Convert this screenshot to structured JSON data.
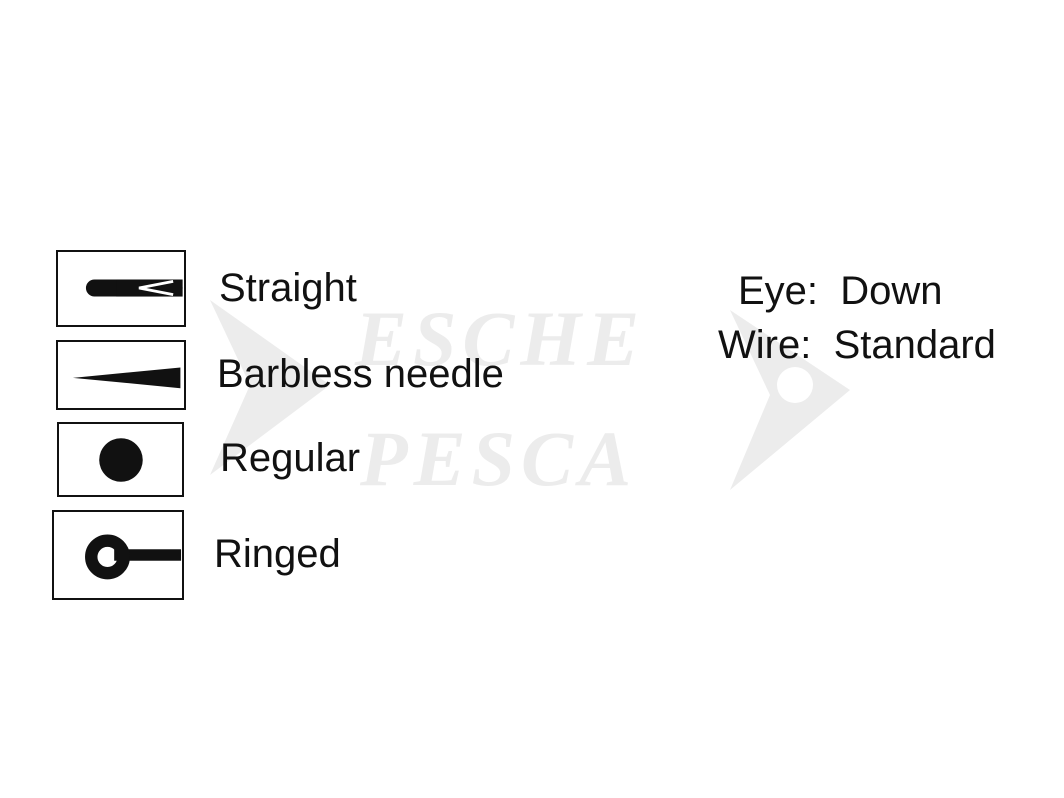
{
  "legend": {
    "items": [
      {
        "label": "Straight",
        "icon": "straight-point-icon"
      },
      {
        "label": "Barbless needle",
        "icon": "barbless-needle-point-icon"
      },
      {
        "label": "Regular",
        "icon": "regular-eye-icon"
      },
      {
        "label": "Ringed",
        "icon": "ringed-eye-icon"
      }
    ]
  },
  "specs": {
    "eye_label": "Eye:",
    "eye_value": "Down",
    "wire_label": "Wire:",
    "wire_value": "Standard"
  },
  "watermark": {
    "line1": "ESCHE",
    "line2": "PESCA"
  },
  "colors": {
    "ink": "#111111",
    "watermark": "#e9e9e9",
    "background": "#ffffff"
  }
}
